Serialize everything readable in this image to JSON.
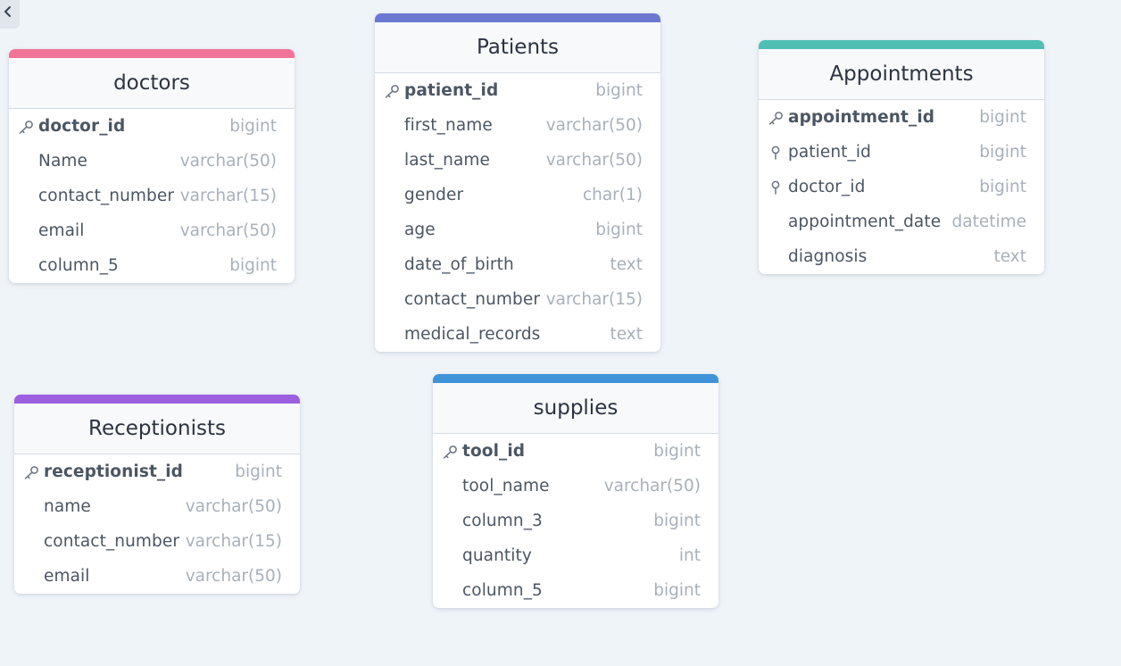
{
  "colors": {
    "canvas": "#eff4f8",
    "doctors": "#f27398",
    "patients": "#6c77d1",
    "appointments": "#4fbfb3",
    "receptionists": "#9b5fe0",
    "supplies": "#3f94d9"
  },
  "tables": {
    "doctors": {
      "title": "doctors",
      "columns": [
        {
          "name": "doctor_id",
          "type": "bigint",
          "key": "primary"
        },
        {
          "name": "Name",
          "type": "varchar(50)"
        },
        {
          "name": "contact_number",
          "type": "varchar(15)"
        },
        {
          "name": "email",
          "type": "varchar(50)"
        },
        {
          "name": "column_5",
          "type": "bigint"
        }
      ]
    },
    "patients": {
      "title": "Patients",
      "columns": [
        {
          "name": "patient_id",
          "type": "bigint",
          "key": "primary"
        },
        {
          "name": "first_name",
          "type": "varchar(50)"
        },
        {
          "name": "last_name",
          "type": "varchar(50)"
        },
        {
          "name": "gender",
          "type": "char(1)"
        },
        {
          "name": "age",
          "type": "bigint"
        },
        {
          "name": "date_of_birth",
          "type": "text"
        },
        {
          "name": "contact_number",
          "type": "varchar(15)"
        },
        {
          "name": "medical_records",
          "type": "text"
        }
      ]
    },
    "appointments": {
      "title": "Appointments",
      "columns": [
        {
          "name": "appointment_id",
          "type": "bigint",
          "key": "primary"
        },
        {
          "name": "patient_id",
          "type": "bigint",
          "key": "foreign"
        },
        {
          "name": "doctor_id",
          "type": "bigint",
          "key": "foreign"
        },
        {
          "name": "appointment_date",
          "type": "datetime"
        },
        {
          "name": "diagnosis",
          "type": "text"
        }
      ]
    },
    "receptionists": {
      "title": "Receptionists",
      "columns": [
        {
          "name": "receptionist_id",
          "type": "bigint",
          "key": "primary"
        },
        {
          "name": "name",
          "type": "varchar(50)"
        },
        {
          "name": "contact_number",
          "type": "varchar(15)"
        },
        {
          "name": "email",
          "type": "varchar(50)"
        }
      ]
    },
    "supplies": {
      "title": "supplies",
      "columns": [
        {
          "name": "tool_id",
          "type": "bigint",
          "key": "primary"
        },
        {
          "name": "tool_name",
          "type": "varchar(50)"
        },
        {
          "name": "column_3",
          "type": "bigint"
        },
        {
          "name": "quantity",
          "type": "int"
        },
        {
          "name": "column_5",
          "type": "bigint"
        }
      ]
    }
  }
}
